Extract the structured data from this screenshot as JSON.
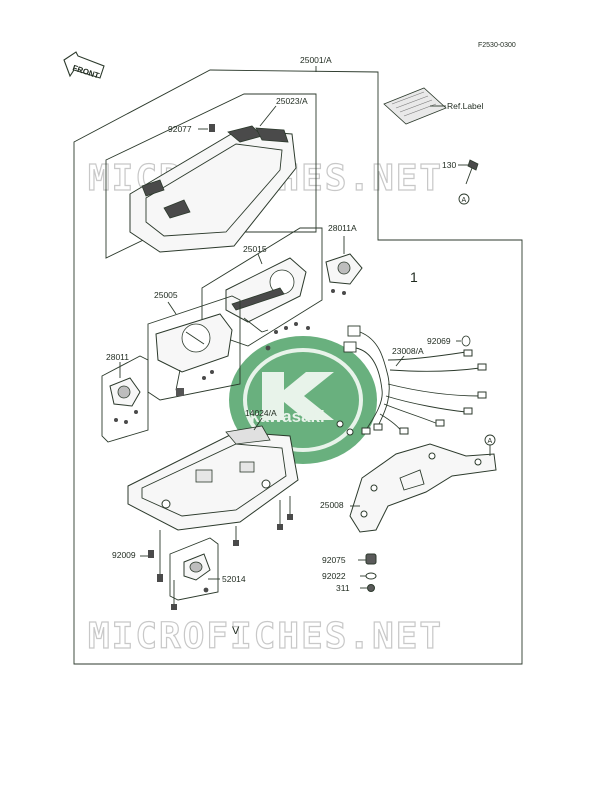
{
  "diagram": {
    "code": "F2530-0300",
    "front": "FRONT",
    "ref_label": "Ref.Label",
    "ref_a": "A",
    "section_mark": "1",
    "bottom_mark": "V",
    "watermark": "MICROFICHES.NET",
    "logo_text": "kawasaki",
    "parts": {
      "p25001": "25001/A",
      "p25023": "25023/A",
      "p92077": "92077",
      "p130": "130",
      "p28011a": "28011A",
      "p25015": "25015",
      "p25005": "25005",
      "p28011": "28011",
      "p92069": "92069",
      "p23008": "23008/A",
      "p14024": "14024/A",
      "p25008": "25008",
      "p92009": "92009",
      "p52014": "52014",
      "p92075": "92075",
      "p92022": "92022",
      "p311": "311"
    }
  },
  "colors": {
    "logo_green": "#2e8b4a",
    "line": "#2c3a2c",
    "watermark": "#c8c8c8"
  }
}
